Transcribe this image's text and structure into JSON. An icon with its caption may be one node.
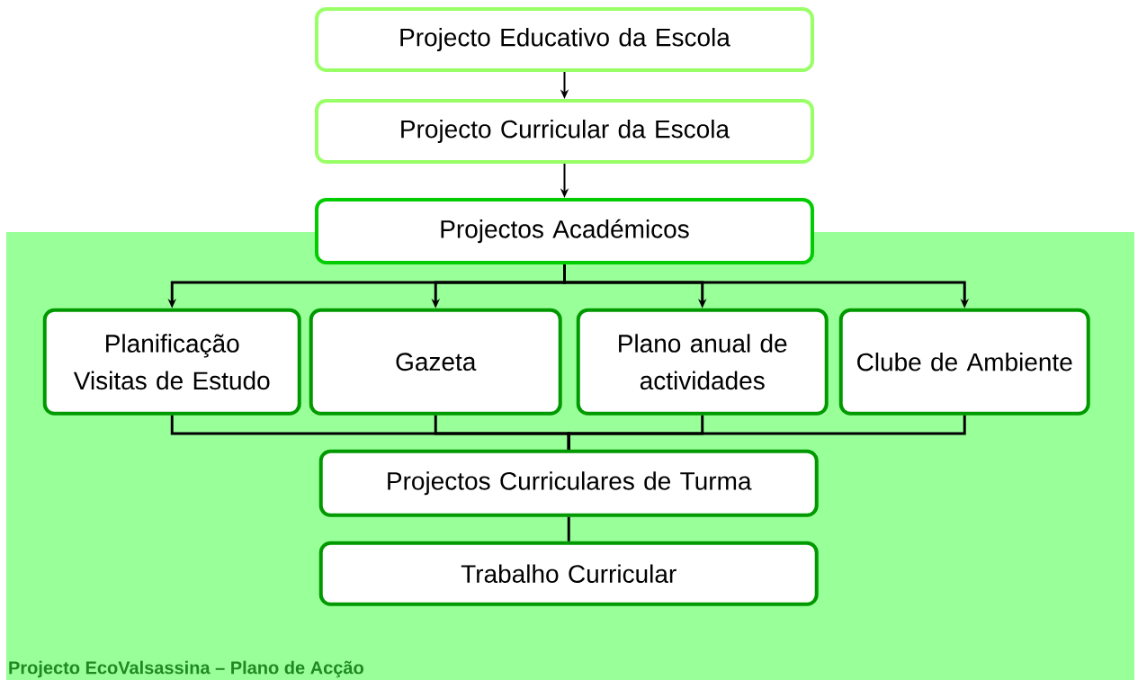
{
  "diagram": {
    "nodes": [
      {
        "text": [
          "Projecto Educativo da Escola"
        ]
      },
      {
        "text": [
          "Projecto Curricular da Escola"
        ]
      },
      {
        "text": [
          "Projecto EcoValsassina – Plano de Acção"
        ]
      },
      {
        "text": [
          "Projectos Académicos"
        ]
      },
      {
        "text": [
          "Planificação Visitas de Estudo"
        ],
        "in": 2
      },
      {
        "text": [
          "Gazeta"
        ],
        "in": 2
      },
      {
        "text": [
          "Plano anual de actividades"
        ],
        "in": 2
      },
      {
        "text": [
          "Clube de Ambiente"
        ],
        "in": 2
      },
      {
        "text": [
          "Projectos Curriculares de Turma"
        ],
        "in": 2
      },
      {
        "text": [
          "Trabalho Curricular"
        ],
        "in": 2
      }
    ],
    "edges": [
      {
        "from": 0,
        "to": 1,
        "arrow": "to"
      },
      {
        "from": 1,
        "to": 3,
        "arrow": "to"
      },
      {
        "from": 3,
        "to": 4,
        "arrow": "to"
      },
      {
        "from": 3,
        "to": 5,
        "arrow": "to"
      },
      {
        "from": 3,
        "to": 6,
        "arrow": "to"
      },
      {
        "from": 3,
        "to": 7,
        "arrow": "to"
      },
      {
        "from": 4,
        "to": 8,
        "arrow": "none"
      },
      {
        "from": 5,
        "to": 8,
        "arrow": "none"
      },
      {
        "from": 6,
        "to": 8,
        "arrow": "none"
      },
      {
        "from": 7,
        "to": 8,
        "arrow": "none"
      },
      {
        "from": 8,
        "to": 9,
        "arrow": "none"
      }
    ]
  }
}
